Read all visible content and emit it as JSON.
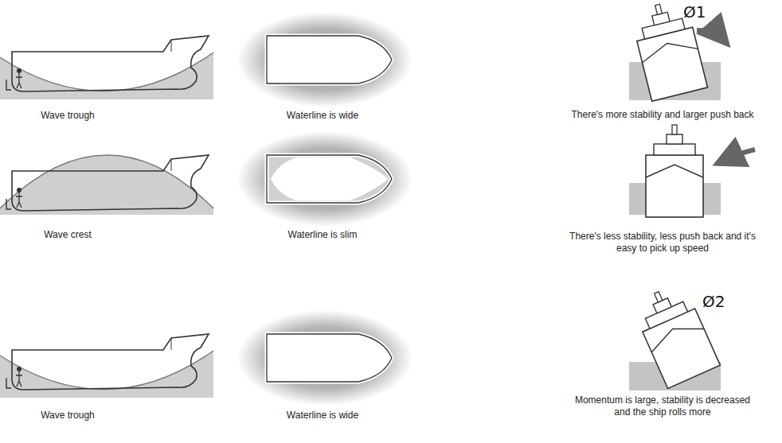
{
  "diagram": {
    "labels": [
      "Ø1",
      "Wave trough",
      "Waterline is wide",
      "There's more stability and larger push back",
      "Wave crest",
      "Waterline is slim",
      "There's less stability, less push back and it's easy to pick up speed",
      "Ø2",
      "Wave trough",
      "Waterline is wide",
      "Momentum is large, stability is decreased and the ship rolls more"
    ]
  }
}
